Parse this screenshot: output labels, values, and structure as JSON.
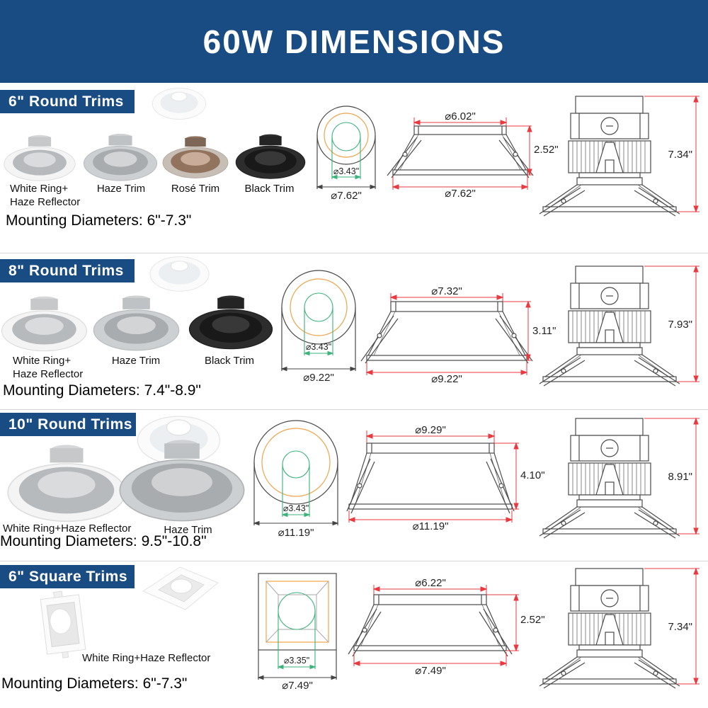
{
  "page_title": "60W DIMENSIONS",
  "colors": {
    "banner_blue": "#1a4c84",
    "dimension_red": "#e83a40",
    "dimension_green": "#3db27b",
    "dimension_orange": "#f0a44c",
    "drawing_line": "#4a4a4a"
  },
  "sections": [
    {
      "title": "6\" Round Trims",
      "mounting_label": "Mounting Diameters: 6\"-7.3\"",
      "products": [
        {
          "line1": "White Ring+",
          "line2": "Haze Reflector"
        },
        {
          "line1": "Haze Trim",
          "line2": ""
        },
        {
          "line1": "Rosé Trim",
          "line2": ""
        },
        {
          "line1": "Black Trim",
          "line2": ""
        }
      ],
      "top_view": {
        "inner_dia": "⌀3.43\"",
        "outer_dia": "⌀7.62\""
      },
      "side_view": {
        "top_dia": "⌀6.02\"",
        "bottom_dia": "⌀7.62\"",
        "trim_height": "2.52\""
      },
      "fixture": {
        "total_height": "7.34\""
      }
    },
    {
      "title": "8\" Round Trims",
      "mounting_label": "Mounting Diameters: 7.4\"-8.9\"",
      "products": [
        {
          "line1": "White Ring+",
          "line2": "Haze Reflector"
        },
        {
          "line1": "Haze Trim",
          "line2": ""
        },
        {
          "line1": "Black Trim",
          "line2": ""
        }
      ],
      "top_view": {
        "inner_dia": "⌀3.43\"",
        "outer_dia": "⌀9.22\""
      },
      "side_view": {
        "top_dia": "⌀7.32\"",
        "bottom_dia": "⌀9.22\"",
        "trim_height": "3.11\""
      },
      "fixture": {
        "total_height": "7.93\""
      }
    },
    {
      "title": "10\" Round Trims",
      "mounting_label": "Mounting Diameters: 9.5\"-10.8\"",
      "products": [
        {
          "line1": "White Ring+Haze Reflector",
          "line2": ""
        },
        {
          "line1": "Haze Trim",
          "line2": ""
        }
      ],
      "top_view": {
        "inner_dia": "⌀3.43\"",
        "outer_dia": "⌀11.19\""
      },
      "side_view": {
        "top_dia": "⌀9.29\"",
        "bottom_dia": "⌀11.19\"",
        "trim_height": "4.10\""
      },
      "fixture": {
        "total_height": "8.91\""
      }
    },
    {
      "title": "6\" Square Trims",
      "mounting_label": "Mounting Diameters: 6\"-7.3\"",
      "products": [
        {
          "line1": "White Ring+Haze Reflector",
          "line2": ""
        }
      ],
      "top_view": {
        "inner_dia": "⌀3.35\"",
        "outer_dia": "⌀7.49\""
      },
      "side_view": {
        "top_dia": "⌀6.22\"",
        "bottom_dia": "⌀7.49\"",
        "trim_height": "2.52\""
      },
      "fixture": {
        "total_height": "7.34\""
      }
    }
  ]
}
